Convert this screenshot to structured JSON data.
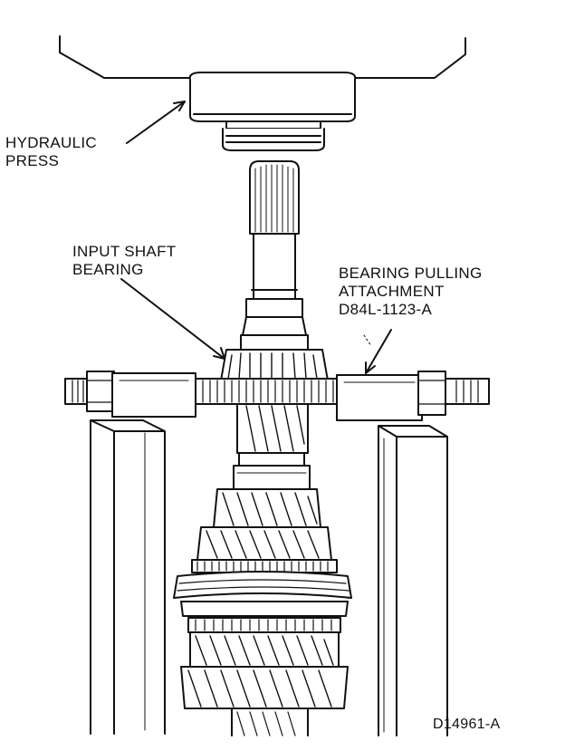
{
  "labels": {
    "hydraulic_press": [
      "HYDRAULIC",
      "PRESS"
    ],
    "input_shaft_bearing": [
      "INPUT SHAFT",
      "BEARING"
    ],
    "bearing_pulling_attachment": [
      "BEARING PULLING",
      "ATTACHMENT",
      "D84L-1123-A"
    ],
    "figure_id": "D14961-A"
  },
  "colors": {
    "ink": "#111111",
    "paper": "#ffffff"
  }
}
